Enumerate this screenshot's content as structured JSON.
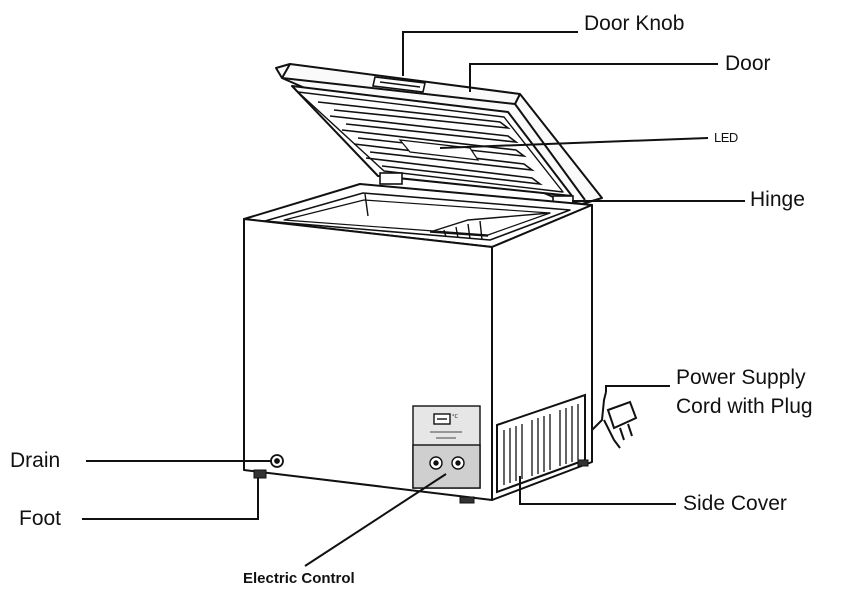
{
  "labels": {
    "door_knob": "Door Knob",
    "door": "Door",
    "led": "LED",
    "hinge": "Hinge",
    "power_supply": "Power Supply\nCord with Plug",
    "power_supply_line1": "Power Supply",
    "power_supply_line2": "Cord with Plug",
    "drain": "Drain",
    "foot": "Foot",
    "side_cover": "Side Cover",
    "electric_control": "Electric Control"
  },
  "colors": {
    "line": "#111111",
    "panel": "#e6e6e6",
    "panel_lower": "#cfcfcf"
  }
}
